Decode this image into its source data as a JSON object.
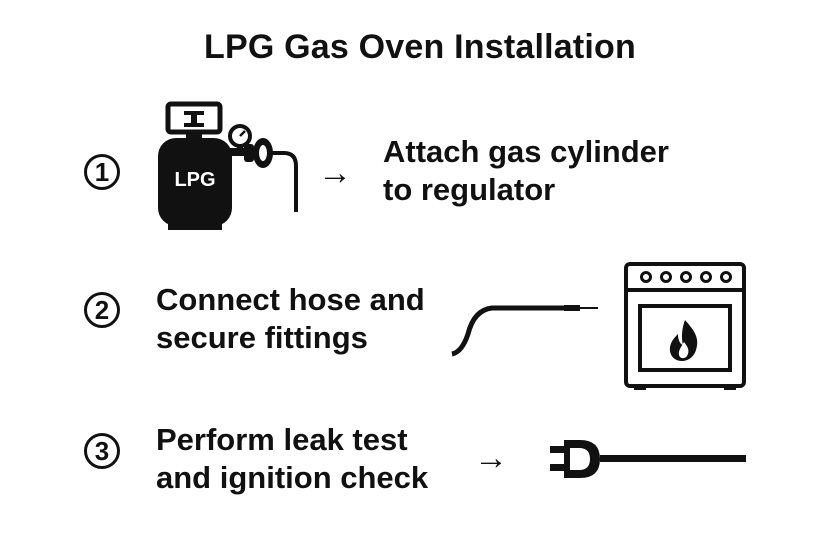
{
  "title": "LPG Gas Oven Installation",
  "steps": [
    {
      "number": "1",
      "lines": [
        "Attach gas cylinder",
        "to regulator"
      ],
      "icon": "lpg-cylinder-regulator-icon"
    },
    {
      "number": "2",
      "lines": [
        "Connect hose and",
        "secure fittings"
      ],
      "icon": "gas-oven-icon"
    },
    {
      "number": "3",
      "lines": [
        "Perform leak test",
        "and ignition check"
      ],
      "icon": "plug-icon"
    }
  ],
  "cylinder_label": "LPG",
  "arrow_glyph": "→"
}
